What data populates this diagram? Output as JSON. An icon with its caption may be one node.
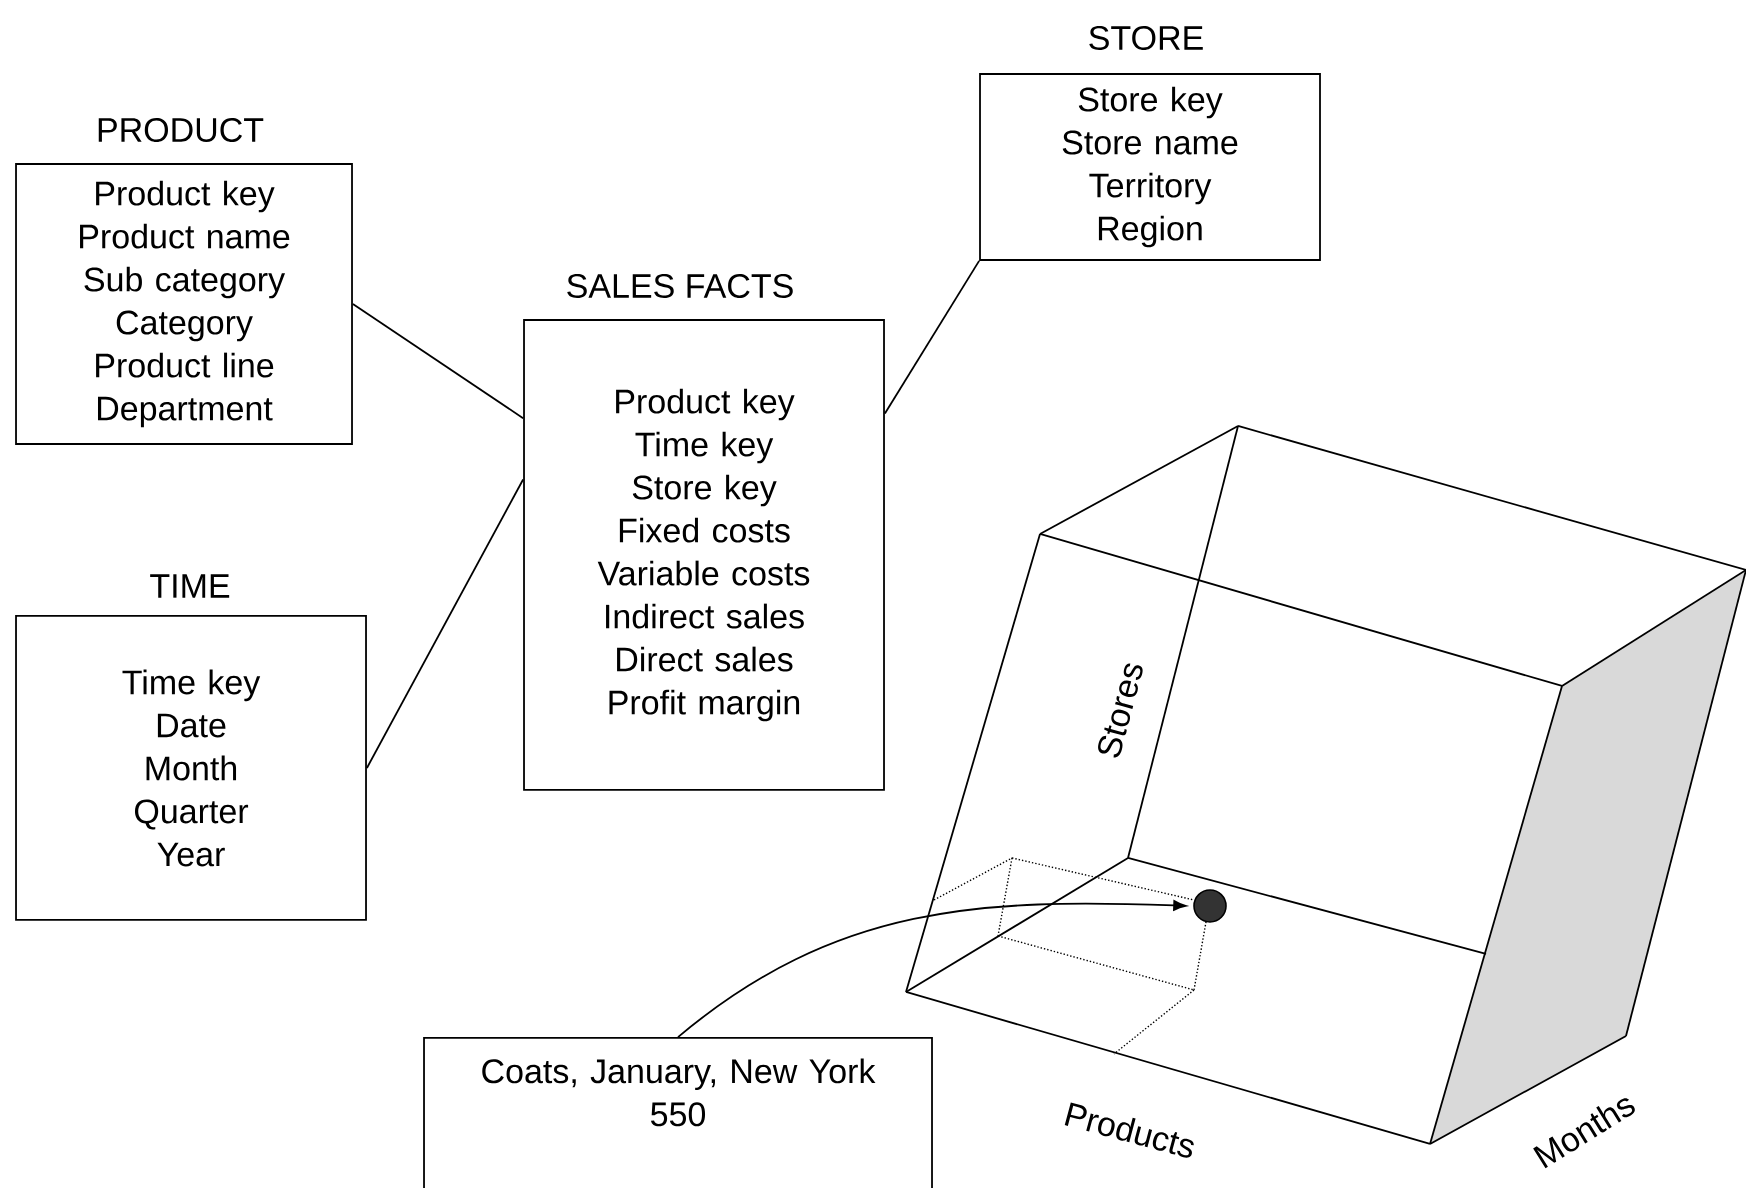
{
  "diagram": {
    "nodes": [
      {
        "text": [
          "PRODUCT",
          "Product key",
          "Product name",
          "Sub category",
          "Category",
          "Product line",
          "Department"
        ]
      },
      {
        "text": [
          "TIME",
          "Time key",
          "Date",
          "Month",
          "Quarter",
          "Year"
        ]
      },
      {
        "text": [
          "SALES FACTS",
          "Product key",
          "Time key",
          "Store key",
          "Fixed costs",
          "Variable costs",
          "Indirect sales",
          "Direct sales",
          "Profit margin"
        ]
      },
      {
        "text": [
          "STORE",
          "Store key",
          "Store name",
          "Territory",
          "Region"
        ]
      },
      {
        "text": [
          "Coats, January, New York",
          "550"
        ]
      },
      {
        "text": [],
        "shape": "circle"
      }
    ],
    "edges": [
      {
        "from": 0,
        "to": 2,
        "arrow": "none"
      },
      {
        "from": 1,
        "to": 2,
        "arrow": "none"
      },
      {
        "from": 3,
        "to": 2,
        "arrow": "none"
      },
      {
        "from": 4,
        "to": 5,
        "arrow": "to"
      }
    ],
    "labels": [
      "Stores",
      "Products",
      "Months"
    ]
  }
}
